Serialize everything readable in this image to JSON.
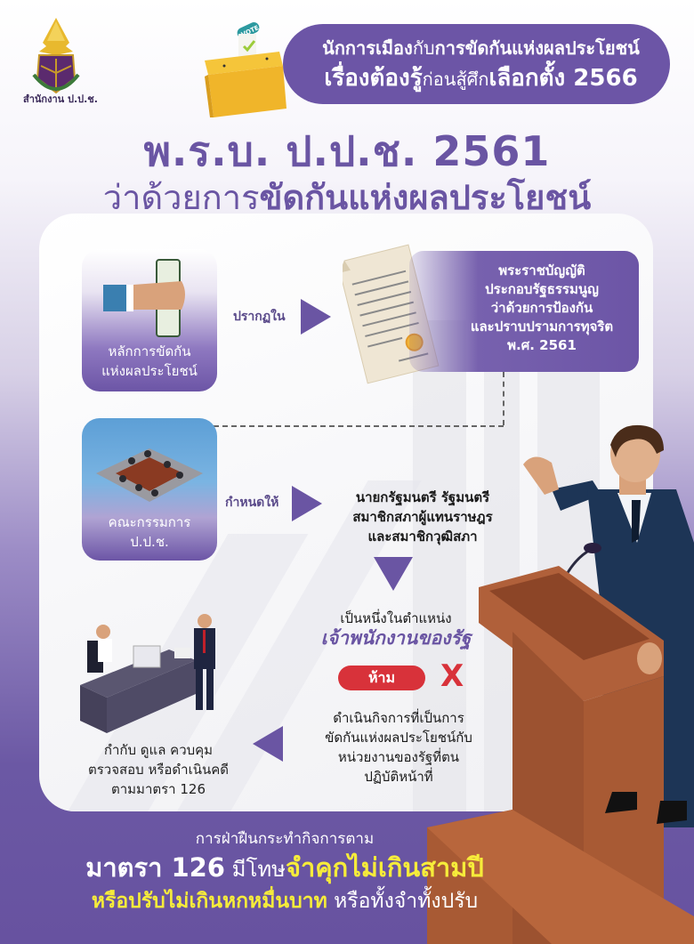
{
  "header": {
    "logo_caption": "สำนักงาน ป.ป.ช.",
    "vote_tag": "VOTE",
    "banner": {
      "line1_bold": "นักการเมือง",
      "line1_thin": "กับ",
      "line1_bold2": "การขัดกันแห่งผลประโยชน์",
      "line2_bold": "เรื่องต้องรู้",
      "line2_thin": "ก่อนสู้ศึก",
      "line2_bold2": "เลือกตั้ง 2566"
    }
  },
  "title": {
    "line1": "พ.ร.บ. ป.ป.ช. 2561",
    "line2_thin": "ว่าด้วยการ",
    "line2_bold": "ขัดกันแห่งผลประโยชน์"
  },
  "flow": {
    "principle_tile": [
      "หลักการขัดกัน",
      "แห่งผลประโยชน์"
    ],
    "appears_in": "ปรากฏใน",
    "law_box": [
      "พระราชบัญญัติ",
      "ประกอบรัฐธรรมนูญ",
      "ว่าด้วยการป้องกัน",
      "และปราบปรามการทุจริต",
      "พ.ศ. 2561"
    ],
    "committee_tile": [
      "คณะกรรมการ",
      "ป.ป.ช."
    ],
    "defines": "กำหนดให้",
    "officials": [
      "นายกรัฐมนตรี รัฐมนตรี",
      "สมาชิกสภาผู้แทนราษฎร",
      "และสมาชิกวุฒิสภา"
    ],
    "position_line1": "เป็นหนึ่งในตำแหน่ง",
    "position_line2": "เจ้าพนักงานของรัฐ",
    "forbid_badge": "ห้าม",
    "forbid_mark": "X",
    "forbidden_action": [
      "ดำเนินกิจการที่เป็นการ",
      "ขัดกันแห่งผลประโยชน์กับ",
      "หน่วยงานของรัฐที่ตน",
      "ปฏิบัติหน้าที่"
    ],
    "oversight": [
      "กำกับ ดูแล ควบคุม",
      "ตรวจสอบ หรือดำเนินคดี",
      "ตามมาตรา 126"
    ]
  },
  "footer": {
    "line1": "การฝ่าฝืนกระทำกิจการตาม",
    "line2_white": "มาตรา 126",
    "line2_thin": " มีโทษ",
    "line2_yellow": "จำคุกไม่เกินสามปี",
    "line3_yellow": "หรือปรับไม่เกินหกหมื่นบาท",
    "line3_white": " หรือทั้งจำทั้งปรับ"
  },
  "colors": {
    "primary_purple": "#6a55a3",
    "banner_purple": "#6c55a6",
    "forbid_red": "#d8323a",
    "highlight_yellow": "#f6ec3a",
    "podium_brown": "#a2532f"
  }
}
